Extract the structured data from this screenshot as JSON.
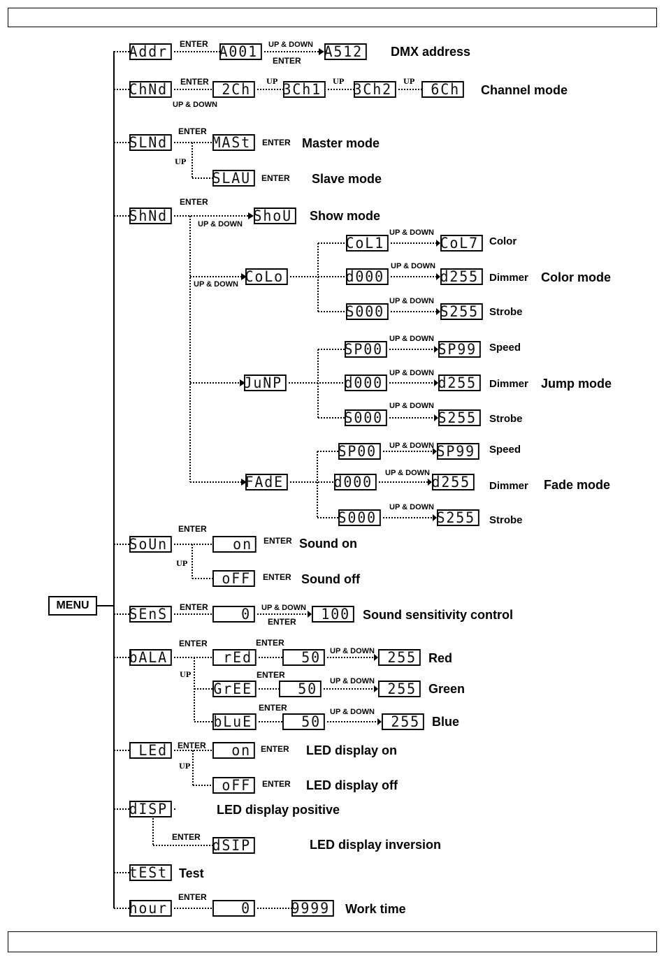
{
  "menu": "MENU",
  "boxes": {
    "addr": "Addr",
    "a001": "A001",
    "a512": "A512",
    "chnd": "ChNd",
    "ch2": "2Ch",
    "ch3a": "3Ch1",
    "ch3b": "3Ch2",
    "ch6": "6Ch",
    "slnd": "SLNd",
    "mast": "MASt",
    "slav": "SLAU",
    "shnd": "ShNd",
    "show": "ShoU",
    "colo": "CoLo",
    "col1": "CoL1",
    "col7": "CoL7",
    "cd000": "d000",
    "cd255": "d255",
    "cs000": "S000",
    "cs255": "S255",
    "jump": "JuNP",
    "jsp00": "SP00",
    "jsp99": "SP99",
    "jd000": "d000",
    "jd255": "d255",
    "js000": "S000",
    "js255": "S255",
    "fade": "FAdE",
    "fsp00": "SP00",
    "fsp99": "SP99",
    "fd000": "d000",
    "fd255": "d255",
    "fs000": "S000",
    "fs255": "S255",
    "soun": "SoUn",
    "on": "on",
    "off": "oFF",
    "sens": "SEnS",
    "sens0": "0",
    "sens100": "100",
    "bala": "bALA",
    "red": "rEd",
    "red50": "50",
    "red255": "255",
    "gree": "GrEE",
    "gree50": "50",
    "gree255": "255",
    "blue": "bLuE",
    "blue50": "50",
    "blue255": "255",
    "led": "LEd",
    "ledon": "on",
    "ledoff": "oFF",
    "disp": "dISP",
    "dsip": "dSIP",
    "test": "tESt",
    "hour": "hour",
    "hour0": "0",
    "hour9999": "9999"
  },
  "labels": {
    "dmx": "DMX address",
    "channel": "Channel mode",
    "master": "Master mode",
    "slave": "Slave mode",
    "show": "Show mode",
    "color": "Color",
    "dimmer1": "Dimmer",
    "colormode": "Color mode",
    "strobe1": "Strobe",
    "speed2": "Speed",
    "dimmer2": "Dimmer",
    "jumpmode": "Jump mode",
    "strobe2": "Strobe",
    "speed3": "Speed",
    "dimmer3": "Dimmer",
    "fademode": "Fade mode",
    "strobe3": "Strobe",
    "soundon": "Sound on",
    "soundoff": "Sound off",
    "sens": "Sound sensitivity control",
    "red": "Red",
    "green": "Green",
    "blue": "Blue",
    "ledon": "LED display on",
    "ledoff": "LED display off",
    "ledpos": "LED display positive",
    "ledinv": "LED display inversion",
    "test": "Test",
    "work": "Work time"
  },
  "keys": {
    "enter": "ENTER",
    "updown": "UP & DOWN",
    "up": "UP"
  }
}
